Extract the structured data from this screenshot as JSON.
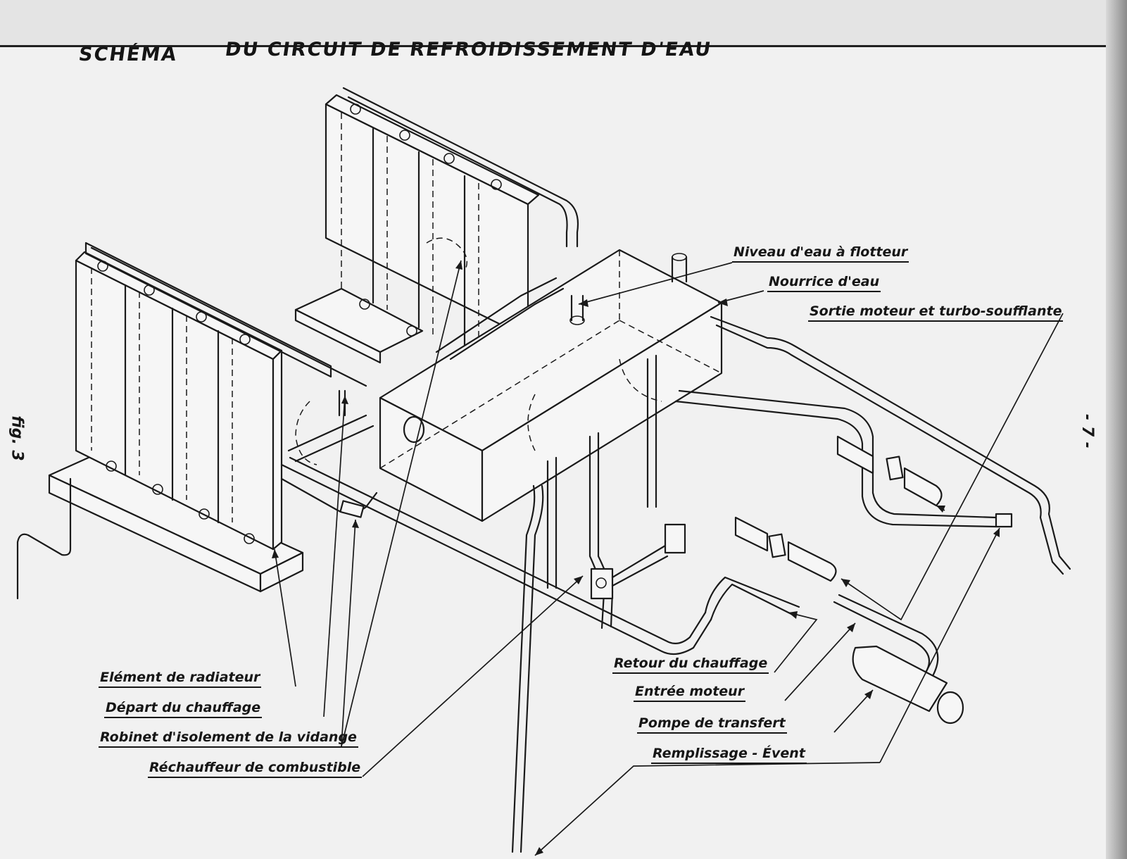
{
  "title": {
    "word1": "SCHÉMA",
    "word2": "DU CIRCUIT DE REFROIDISSEMENT D'EAU"
  },
  "figure_label": "fig. 3",
  "page_number": "- 7 -",
  "labels": {
    "niveau": "Niveau d'eau à flotteur",
    "nourrice": "Nourrice d'eau",
    "sortie": "Sortie moteur et turbo-soufflante",
    "element": "Elément de radiateur",
    "depart": "Départ du chauffage",
    "robinet": "Robinet d'isolement de la vidange",
    "rechauffeur": "Réchauffeur de combustible",
    "retour": "Retour du chauffage",
    "entree": "Entrée moteur",
    "pompe": "Pompe de transfert",
    "remplissage": "Remplissage - Évent"
  }
}
